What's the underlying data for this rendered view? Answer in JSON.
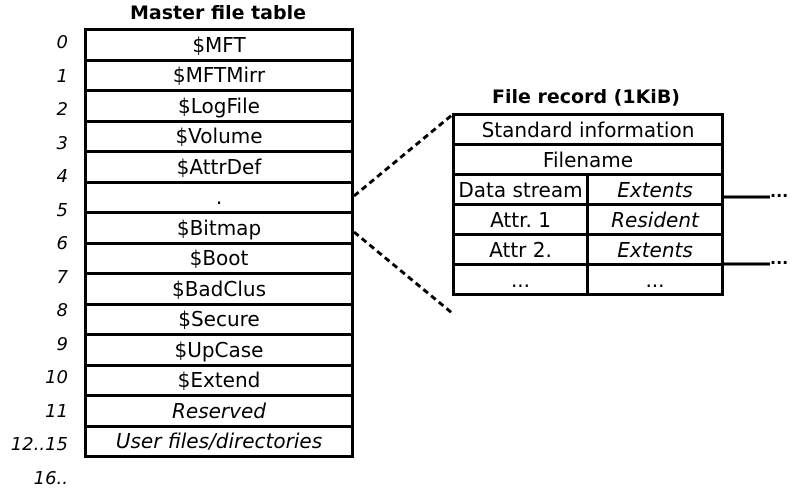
{
  "mft": {
    "title": "Master file table",
    "rows": [
      {
        "index": "0",
        "label": "$MFT"
      },
      {
        "index": "1",
        "label": "$MFTMirr"
      },
      {
        "index": "2",
        "label": "$LogFile"
      },
      {
        "index": "3",
        "label": "$Volume"
      },
      {
        "index": "4",
        "label": "$AttrDef"
      },
      {
        "index": "5",
        "label": "."
      },
      {
        "index": "6",
        "label": "$Bitmap"
      },
      {
        "index": "7",
        "label": "$Boot"
      },
      {
        "index": "8",
        "label": "$BadClus"
      },
      {
        "index": "9",
        "label": "$Secure"
      },
      {
        "index": "10",
        "label": "$UpCase"
      },
      {
        "index": "11",
        "label": "$Extend"
      },
      {
        "index": "12..15",
        "label": "Reserved"
      },
      {
        "index": "16..",
        "label": "User files/directories"
      }
    ]
  },
  "file_record": {
    "title": "File record (1KiB)",
    "standard_information": "Standard information",
    "filename": "Filename",
    "rows": [
      {
        "name": "Data stream",
        "storage": "Extents"
      },
      {
        "name": "Attr. 1",
        "storage": "Resident"
      },
      {
        "name": "Attr 2.",
        "storage": "Extents"
      },
      {
        "name": "...",
        "storage": "..."
      }
    ]
  },
  "continuation_marker": "···"
}
